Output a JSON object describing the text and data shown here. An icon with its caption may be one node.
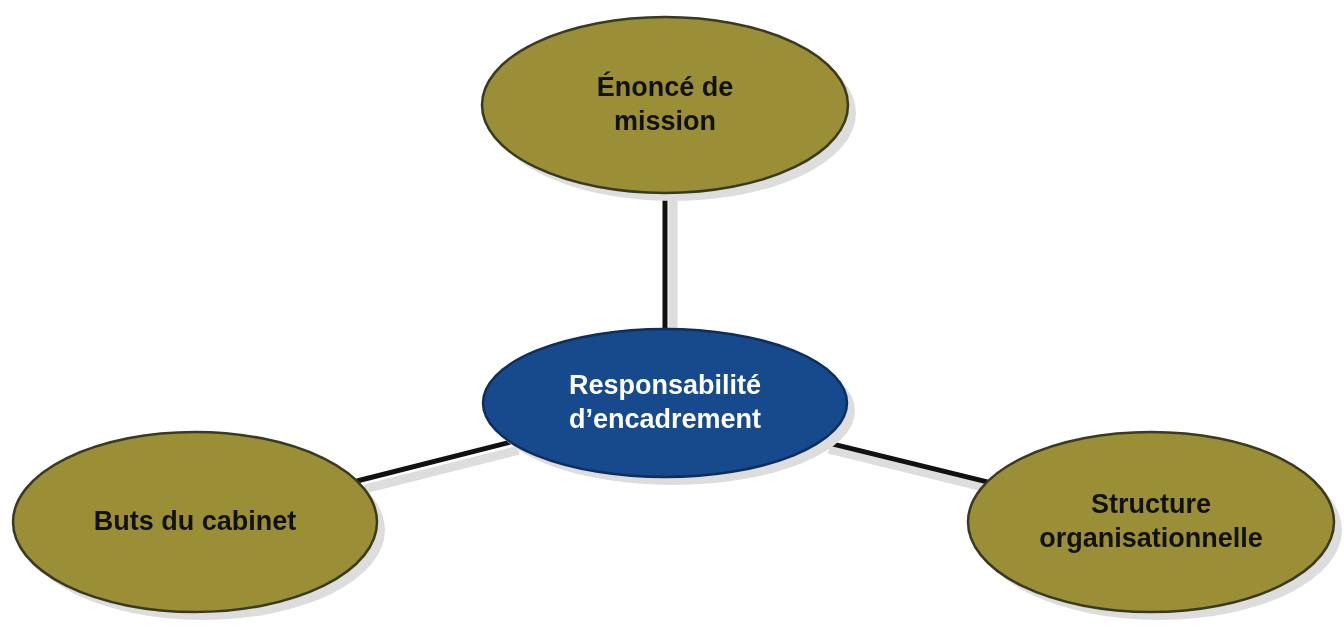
{
  "diagram": {
    "nodes": [
      {
        "text": [
          "Énoncé de mission"
        ]
      },
      {
        "text": [
          "Responsabilité d’encadrement"
        ]
      },
      {
        "text": [
          "Buts du cabinet"
        ]
      },
      {
        "text": [
          "Structure organisationnelle"
        ]
      }
    ],
    "edges": [
      {
        "from": 1,
        "to": 0,
        "arrow": "none"
      },
      {
        "from": 1,
        "to": 2,
        "arrow": "none"
      },
      {
        "from": 1,
        "to": 3,
        "arrow": "none"
      }
    ]
  }
}
